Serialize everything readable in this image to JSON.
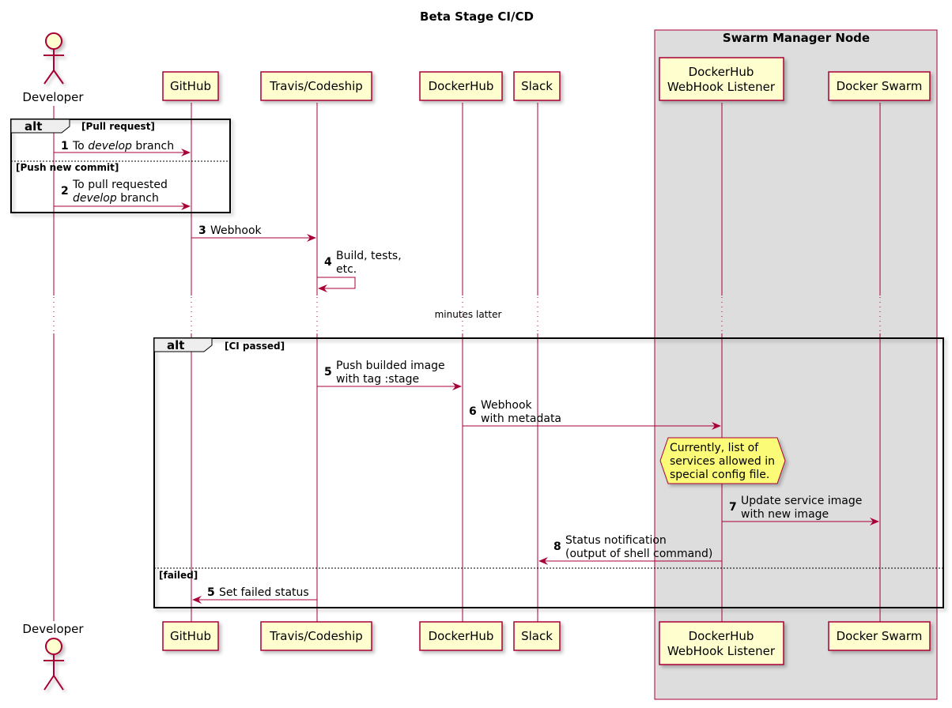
{
  "diagram": {
    "title": "Beta Stage CI/CD",
    "box_title": "Swarm Manager Node",
    "participants": [
      {
        "id": "dev",
        "label": "Developer",
        "kind": "actor"
      },
      {
        "id": "gh",
        "label": "GitHub",
        "kind": "participant"
      },
      {
        "id": "travis",
        "label": "Travis/Codeship",
        "kind": "participant"
      },
      {
        "id": "dockerhub",
        "label": "DockerHub",
        "kind": "participant"
      },
      {
        "id": "slack",
        "label": "Slack",
        "kind": "participant"
      },
      {
        "id": "listener",
        "label_lines": [
          "DockerHub",
          "WebHook Listener"
        ],
        "kind": "participant"
      },
      {
        "id": "swarm",
        "label": "Docker Swarm",
        "kind": "participant"
      }
    ],
    "fragments": [
      {
        "keyword": "alt",
        "sections": [
          "[Pull request]",
          "[Push new commit]"
        ]
      },
      {
        "keyword": "alt",
        "sections": [
          "[CI passed]",
          "[failed]"
        ]
      }
    ],
    "messages": [
      {
        "num": "1",
        "from": "dev",
        "to": "gh",
        "segments": [
          {
            "text": "To "
          },
          {
            "text": "develop",
            "italic": true
          },
          {
            "text": " branch"
          }
        ]
      },
      {
        "num": "2",
        "from": "dev",
        "to": "gh",
        "line1": "To pull requested",
        "line2_segments": [
          {
            "text": "develop",
            "italic": true
          },
          {
            "text": " branch"
          }
        ]
      },
      {
        "num": "3",
        "from": "gh",
        "to": "travis",
        "lines": [
          "Webhook"
        ]
      },
      {
        "num": "4",
        "from": "travis",
        "to": "travis",
        "lines": [
          "Build, tests,",
          "etc."
        ]
      },
      {
        "num": "5",
        "from": "travis",
        "to": "dockerhub",
        "lines": [
          "Push builded image",
          "with tag :stage"
        ]
      },
      {
        "num": "6",
        "from": "dockerhub",
        "to": "listener",
        "lines": [
          "Webhook",
          "with metadata"
        ]
      },
      {
        "num": "7",
        "from": "listener",
        "to": "swarm",
        "lines": [
          "Update service image",
          "with new image"
        ]
      },
      {
        "num": "8",
        "from": "listener",
        "to": "slack",
        "lines": [
          "Status notification",
          "(output of shell command)"
        ]
      },
      {
        "num": "5",
        "from": "travis",
        "to": "gh",
        "lines": [
          "Set failed status"
        ]
      }
    ],
    "delay": "minutes  latter",
    "note": [
      "Currently, list of",
      "services allowed in",
      "special config file."
    ],
    "colors": {
      "participant_fill": "#FEFECE",
      "border": "#A80036",
      "group_box": "#DDDDDD",
      "note_fill": "#FBFB77"
    }
  }
}
